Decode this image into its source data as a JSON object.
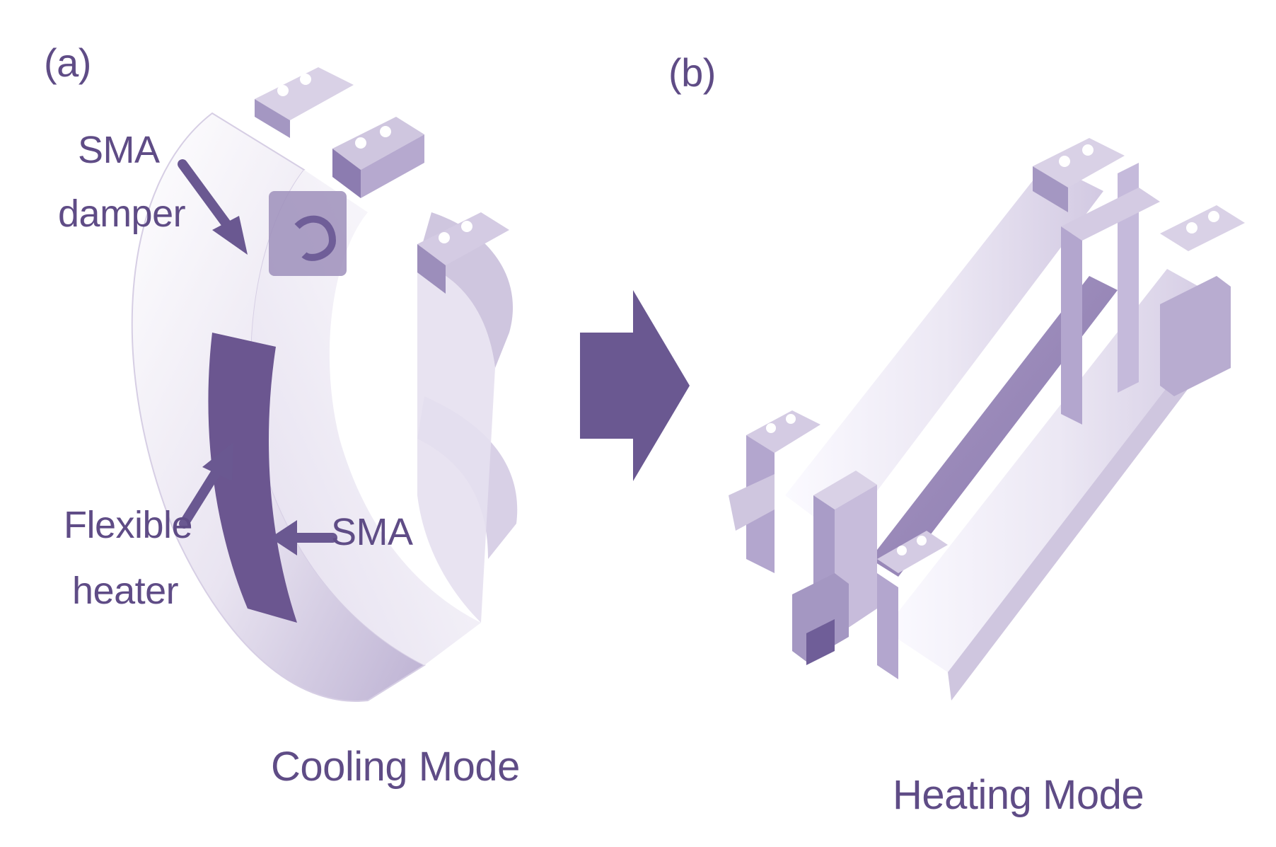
{
  "panels": [
    {
      "letter": "(a)",
      "caption": "Cooling Mode",
      "labels": {
        "sma_damper_1": "SMA",
        "sma_damper_2": "damper",
        "flexible_heater_1": "Flexible",
        "flexible_heater_2": "heater",
        "sma": "SMA"
      }
    },
    {
      "letter": "(b)",
      "caption": "Heating Mode"
    }
  ],
  "colors": {
    "label": "#5f4c86",
    "accent": "#6a5891",
    "dark_band": "#6b5690",
    "shell_light": "#f4f1f8",
    "shell_mid": "#d9d1e6",
    "shell_shadow": "#b9aed0",
    "block": "#c9bedc",
    "block_dark": "#9f91bb"
  }
}
